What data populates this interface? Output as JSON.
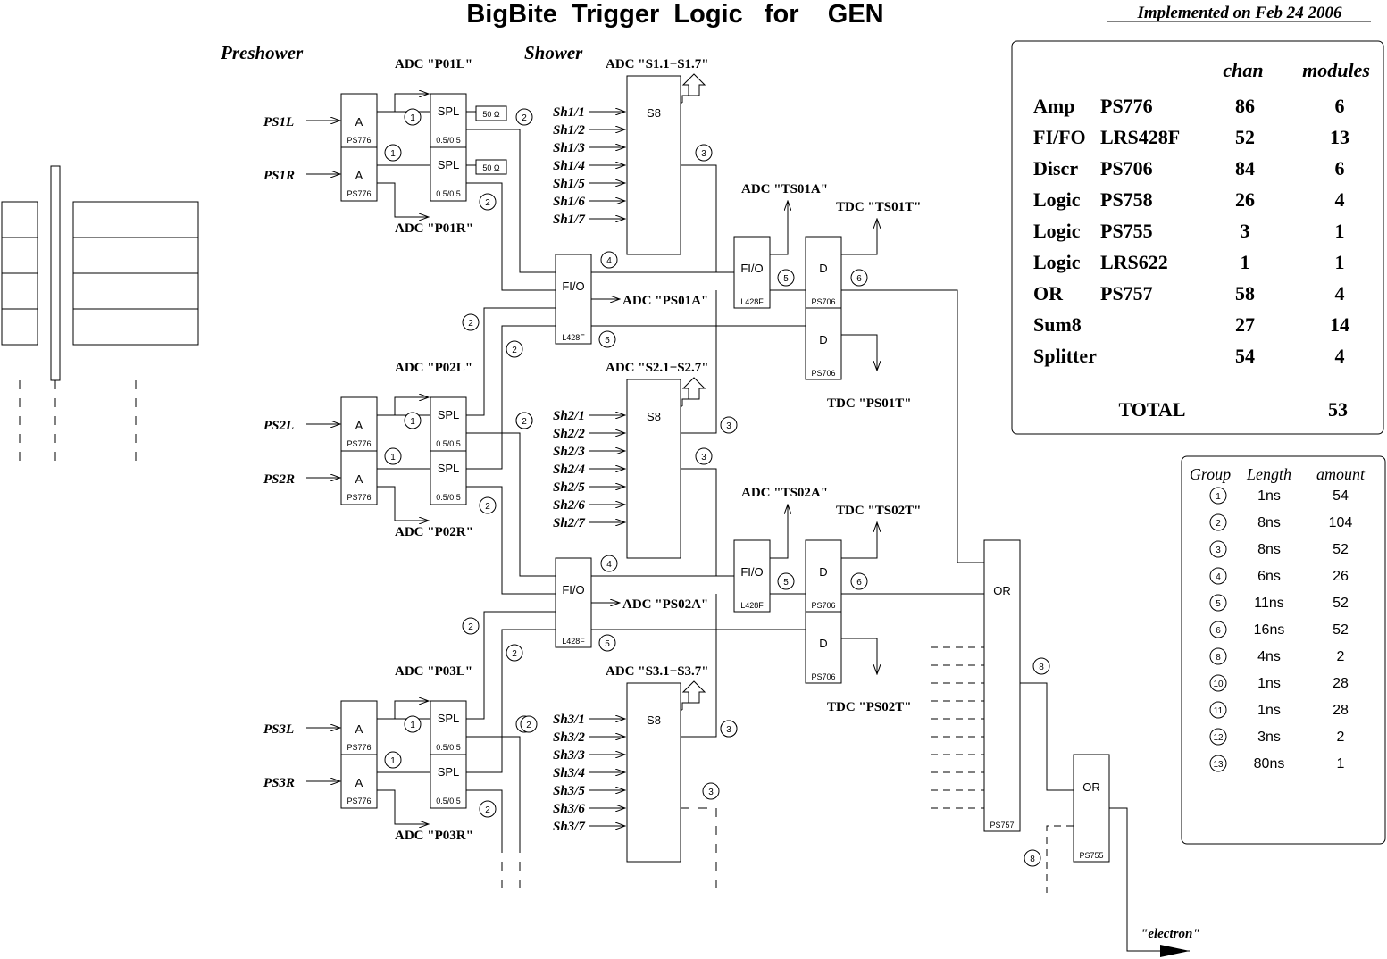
{
  "header": {
    "title": "BigBite  Trigger  Logic   for    GEN",
    "implemented": "Implemented on Feb 24 2006"
  },
  "sections": {
    "preshower": "Preshower",
    "shower": "Shower"
  },
  "inputs": {
    "ps": [
      "PS1L",
      "PS1R",
      "PS2L",
      "PS2R",
      "PS3L",
      "PS3R"
    ],
    "sh1": [
      "Sh1/1",
      "Sh1/2",
      "Sh1/3",
      "Sh1/4",
      "Sh1/5",
      "Sh1/6",
      "Sh1/7"
    ],
    "sh2": [
      "Sh2/1",
      "Sh2/2",
      "Sh2/3",
      "Sh2/4",
      "Sh2/5",
      "Sh2/6",
      "Sh2/7"
    ],
    "sh3": [
      "Sh3/1",
      "Sh3/2",
      "Sh3/3",
      "Sh3/4",
      "Sh3/5",
      "Sh3/6",
      "Sh3/7"
    ]
  },
  "outputs": {
    "adc_p01l": "ADC \"P01L\"",
    "adc_p01r": "ADC \"P01R\"",
    "adc_p02l": "ADC \"P02L\"",
    "adc_p02r": "ADC \"P02R\"",
    "adc_p03l": "ADC \"P03L\"",
    "adc_p03r": "ADC \"P03R\"",
    "adc_s1": "ADC \"S1.1−S1.7\"",
    "adc_s2": "ADC \"S2.1−S2.7\"",
    "adc_s3": "ADC \"S3.1−S3.7\"",
    "adc_ps01a": "ADC \"PS01A\"",
    "adc_ps02a": "ADC \"PS02A\"",
    "adc_ts01a": "ADC \"TS01A\"",
    "adc_ts02a": "ADC \"TS02A\"",
    "tdc_ts01t": "TDC \"TS01T\"",
    "tdc_ts02t": "TDC \"TS02T\"",
    "tdc_ps01t": "TDC \"PS01T\"",
    "tdc_ps02t": "TDC \"PS02T\"",
    "electron": "\"electron\""
  },
  "modules": {
    "amp": "A",
    "amp_type": "PS776",
    "spl": "SPL",
    "spl_ratio": "0.5/0.5",
    "term": "50 Ω",
    "sum": "S8",
    "fifo": "FI/O",
    "fifo_type": "L428F",
    "discr": "D",
    "discr_type": "PS706",
    "or": "OR",
    "or1_type": "PS757",
    "or2_type": "PS755"
  },
  "circle_labels": [
    "1",
    "2",
    "3",
    "4",
    "5",
    "6",
    "8"
  ],
  "summary_table": {
    "headers": [
      "",
      "",
      "chan",
      "modules"
    ],
    "rows": [
      [
        "Amp",
        "PS776",
        "86",
        "6"
      ],
      [
        "FI/FO",
        "LRS428F",
        "52",
        "13"
      ],
      [
        "Discr",
        "PS706",
        "84",
        "6"
      ],
      [
        "Logic",
        "PS758",
        "26",
        "4"
      ],
      [
        "Logic",
        "PS755",
        "3",
        "1"
      ],
      [
        "Logic",
        "LRS622",
        "1",
        "1"
      ],
      [
        "OR",
        "PS757",
        "58",
        "4"
      ],
      [
        "Sum8",
        "",
        "27",
        "14"
      ],
      [
        "Splitter",
        "",
        "54",
        "4"
      ]
    ],
    "total_label": "TOTAL",
    "total_value": "53"
  },
  "group_table": {
    "headers": [
      "Group",
      "Length",
      "amount"
    ],
    "rows": [
      [
        "1",
        "1ns",
        "54"
      ],
      [
        "2",
        "8ns",
        "104"
      ],
      [
        "3",
        "8ns",
        "52"
      ],
      [
        "4",
        "6ns",
        "26"
      ],
      [
        "5",
        "11ns",
        "52"
      ],
      [
        "6",
        "16ns",
        "52"
      ],
      [
        "8",
        "4ns",
        "2"
      ],
      [
        "10",
        "1ns",
        "28"
      ],
      [
        "11",
        "1ns",
        "28"
      ],
      [
        "12",
        "3ns",
        "2"
      ],
      [
        "13",
        "80ns",
        "1"
      ]
    ]
  }
}
